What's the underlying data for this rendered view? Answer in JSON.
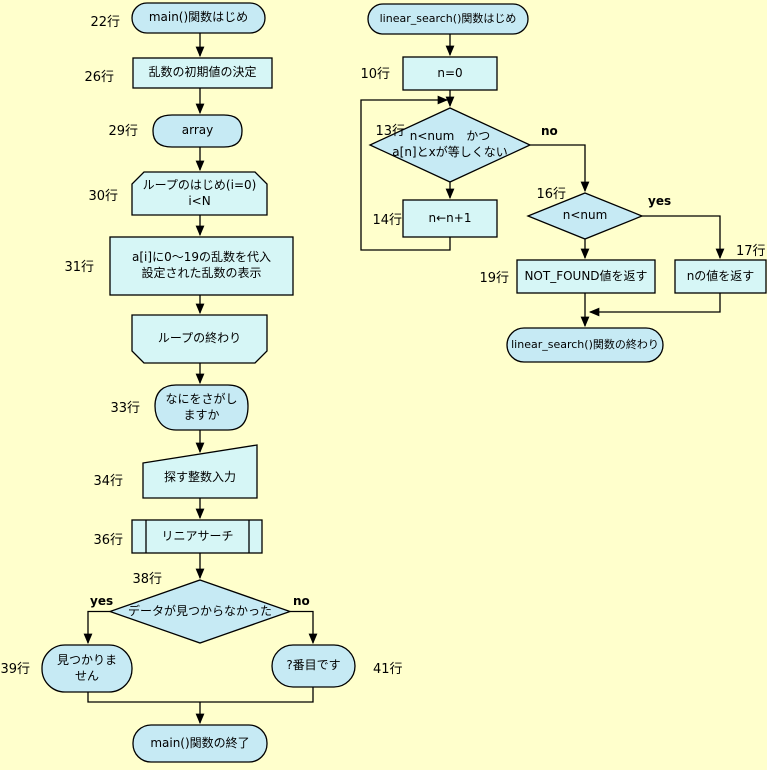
{
  "colors": {
    "background": "#FFFFCC",
    "shape_fill_blue": "#C6EAF4",
    "shape_fill_cyan": "#D6F6F6",
    "stroke": "#000000"
  },
  "main_chart": {
    "labels": {
      "start": "22行",
      "init": "26行",
      "array": "29行",
      "loop_begin": "30行",
      "assign": "31行",
      "prompt": "33行",
      "input": "34行",
      "call": "36行",
      "decision": "38行",
      "not_found": "39行",
      "found": "41行"
    },
    "nodes": {
      "start": "main()関数はじめ",
      "init": "乱数の初期値の決定",
      "array": "array",
      "loop_begin_line1": "ループのはじめ(i=0)",
      "loop_begin_line2": "i<N",
      "assign_line1": "a[i]に0〜19の乱数を代入",
      "assign_line2": "設定された乱数の表示",
      "loop_end": "ループの終わり",
      "prompt_line1": "なにをさがし",
      "prompt_line2": "ますか",
      "input": "探す整数入力",
      "call": "リニアサーチ",
      "decision": "データが見つからなかった",
      "not_found_line1": "見つかりま",
      "not_found_line2": "せん",
      "found": "?番目です",
      "end": "main()関数の終了"
    },
    "branches": {
      "yes": "yes",
      "no": "no"
    }
  },
  "search_chart": {
    "labels": {
      "n0": "10行",
      "cond": "13行",
      "inc": "14行",
      "check": "16行",
      "ret_not_found": "19行",
      "ret_n": "17行"
    },
    "nodes": {
      "start": "linear_search()関数はじめ",
      "n0": "n=0",
      "cond_line1": "n<num　かつ",
      "cond_line2": "a[n]とxが等しくない",
      "inc": "n←n+1",
      "check": "n<num",
      "ret_not_found": "NOT_FOUND値を返す",
      "ret_n": "nの値を返す",
      "end": "linear_search()関数の終わり"
    },
    "branches": {
      "yes": "yes",
      "no": "no"
    }
  }
}
